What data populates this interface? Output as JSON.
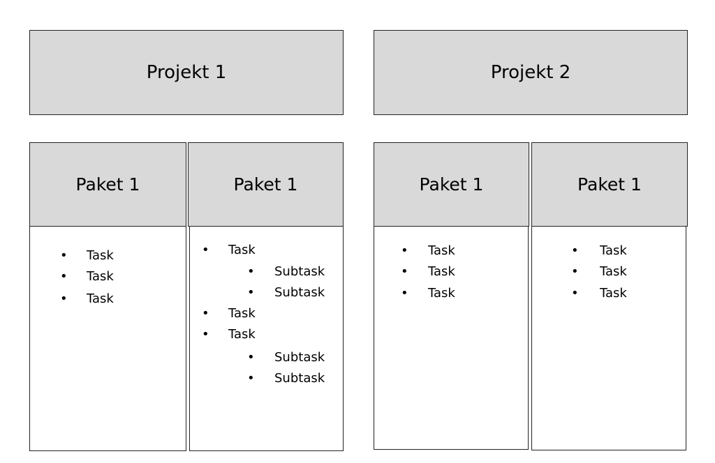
{
  "projects": [
    {
      "title": "Projekt 1",
      "packages": [
        {
          "title": "Paket 1",
          "items": [
            {
              "label": "Task",
              "level": 0
            },
            {
              "label": "Task",
              "level": 0
            },
            {
              "label": "Task",
              "level": 0
            }
          ]
        },
        {
          "title": "Paket 1",
          "items": [
            {
              "label": "Task",
              "level": 0
            },
            {
              "label": "Subtask",
              "level": 1
            },
            {
              "label": "Subtask",
              "level": 1
            },
            {
              "label": "Task",
              "level": 0
            },
            {
              "label": "Task",
              "level": 0
            },
            {
              "label": "Subtask",
              "level": 1
            },
            {
              "label": "Subtask",
              "level": 1
            }
          ]
        }
      ]
    },
    {
      "title": "Projekt 2",
      "packages": [
        {
          "title": "Paket 1",
          "items": [
            {
              "label": "Task",
              "level": 0
            },
            {
              "label": "Task",
              "level": 0
            },
            {
              "label": "Task",
              "level": 0
            }
          ]
        },
        {
          "title": "Paket 1",
          "items": [
            {
              "label": "Task",
              "level": 0
            },
            {
              "label": "Task",
              "level": 0
            },
            {
              "label": "Task",
              "level": 0
            }
          ]
        }
      ]
    }
  ],
  "bullet_glyph": "•"
}
